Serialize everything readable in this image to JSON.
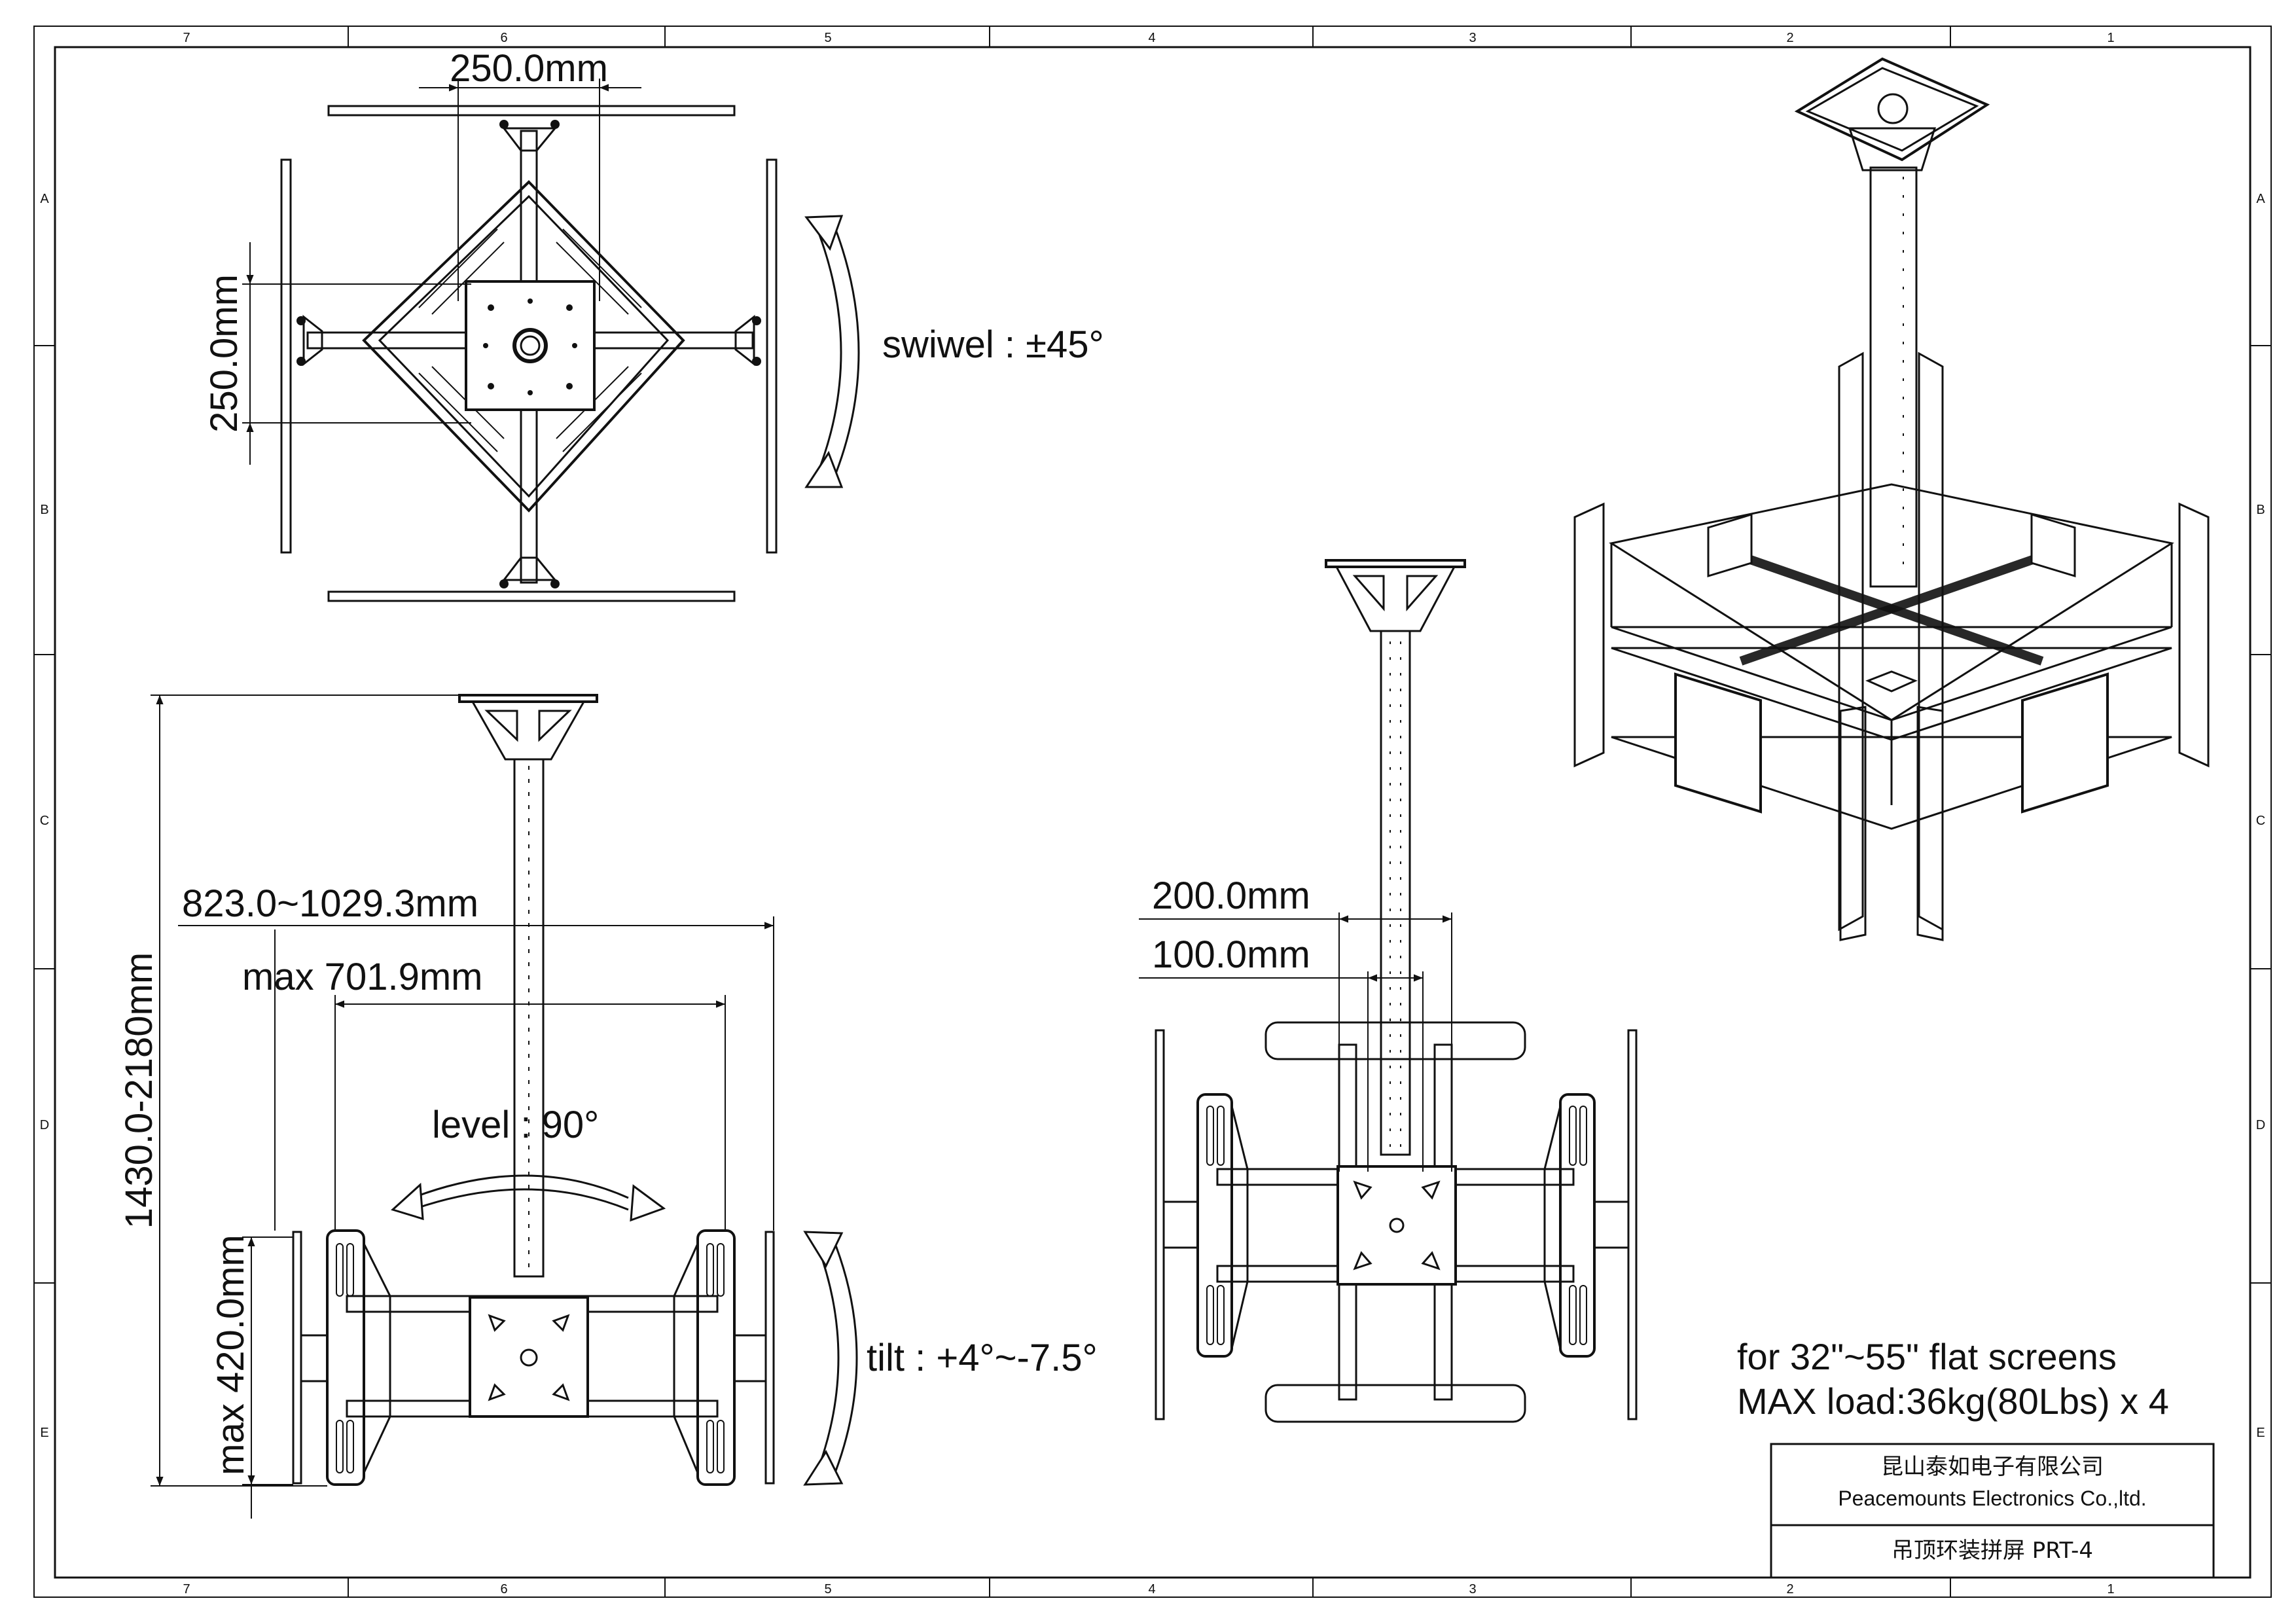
{
  "frame": {
    "columns": [
      "7",
      "6",
      "5",
      "4",
      "3",
      "2",
      "1"
    ],
    "rows": [
      "A",
      "B",
      "C",
      "D",
      "E"
    ]
  },
  "dimensions": {
    "top_width": "250.0mm",
    "top_height": "250.0mm",
    "total_height": "1430.0-2180mm",
    "arm_span": "823.0~1029.3mm",
    "max_extension": "max 701.9mm",
    "max_vertical": "max 420.0mm",
    "spacing_outer": "200.0mm",
    "spacing_inner": "100.0mm"
  },
  "annotations": {
    "swivel": "swiwel : ±45°",
    "level": "level : 90°",
    "tilt": "tilt : +4°~-7.5°"
  },
  "spec": {
    "screens": "for 32\"~55\" flat screens",
    "load": "MAX load:36kg(80Lbs) x 4"
  },
  "title_block": {
    "company_cn": "昆山泰如电子有限公司",
    "company_en": "Peacemounts Electronics Co.,ltd.",
    "product": "吊顶环装拼屏 PRT-4"
  }
}
